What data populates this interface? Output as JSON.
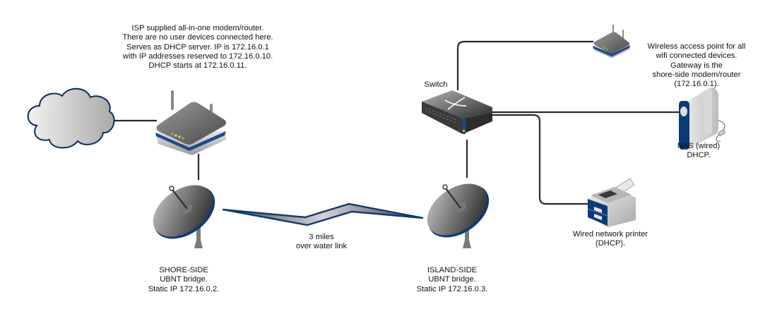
{
  "diagram": {
    "type": "network-topology",
    "nodes": {
      "internet": {
        "icon": "cloud-icon"
      },
      "isp_router": {
        "icon": "router-icon",
        "label": "ISP supplied all-in-one modem/router.\nThere are no user devices connected here.\nServes as DHCP server. IP is 172.16.0.1\nwith IP addresses reserved to 172.16.0.10.\nDHCP starts at 172.16.0.11."
      },
      "shore_bridge": {
        "icon": "satellite-dish-icon",
        "label": "SHORE-SIDE\nUBNT bridge.\nStatic IP 172.16.0.2."
      },
      "island_bridge": {
        "icon": "satellite-dish-icon",
        "label": "ISLAND-SIDE\nUBNT bridge.\nStatic IP 172.16.0.3."
      },
      "switch": {
        "icon": "network-switch-icon",
        "label": "Switch"
      },
      "access_point": {
        "icon": "wireless-router-icon",
        "label": "Wireless access point for all\nwifi connected devices.\nGateway is the\nshore-side modem/router\n(172.16.0.1)."
      },
      "nas": {
        "icon": "nas-drive-icon",
        "label": "NAS (wired)\nDHCP."
      },
      "printer": {
        "icon": "printer-icon",
        "label": "Wired network printer\n(DHCP)."
      }
    },
    "links": [
      {
        "from": "internet",
        "to": "isp_router",
        "kind": "wired"
      },
      {
        "from": "isp_router",
        "to": "shore_bridge",
        "kind": "wired"
      },
      {
        "from": "shore_bridge",
        "to": "island_bridge",
        "kind": "wireless",
        "label": "3 miles\nover water link"
      },
      {
        "from": "island_bridge",
        "to": "switch",
        "kind": "wired"
      },
      {
        "from": "switch",
        "to": "access_point",
        "kind": "wired"
      },
      {
        "from": "switch",
        "to": "nas",
        "kind": "wired"
      },
      {
        "from": "switch",
        "to": "printer",
        "kind": "wired"
      }
    ],
    "colors": {
      "accent_blue": "#0b3a78",
      "device_gray": "#6b6b6b",
      "cable": "#2a2a2a"
    }
  }
}
